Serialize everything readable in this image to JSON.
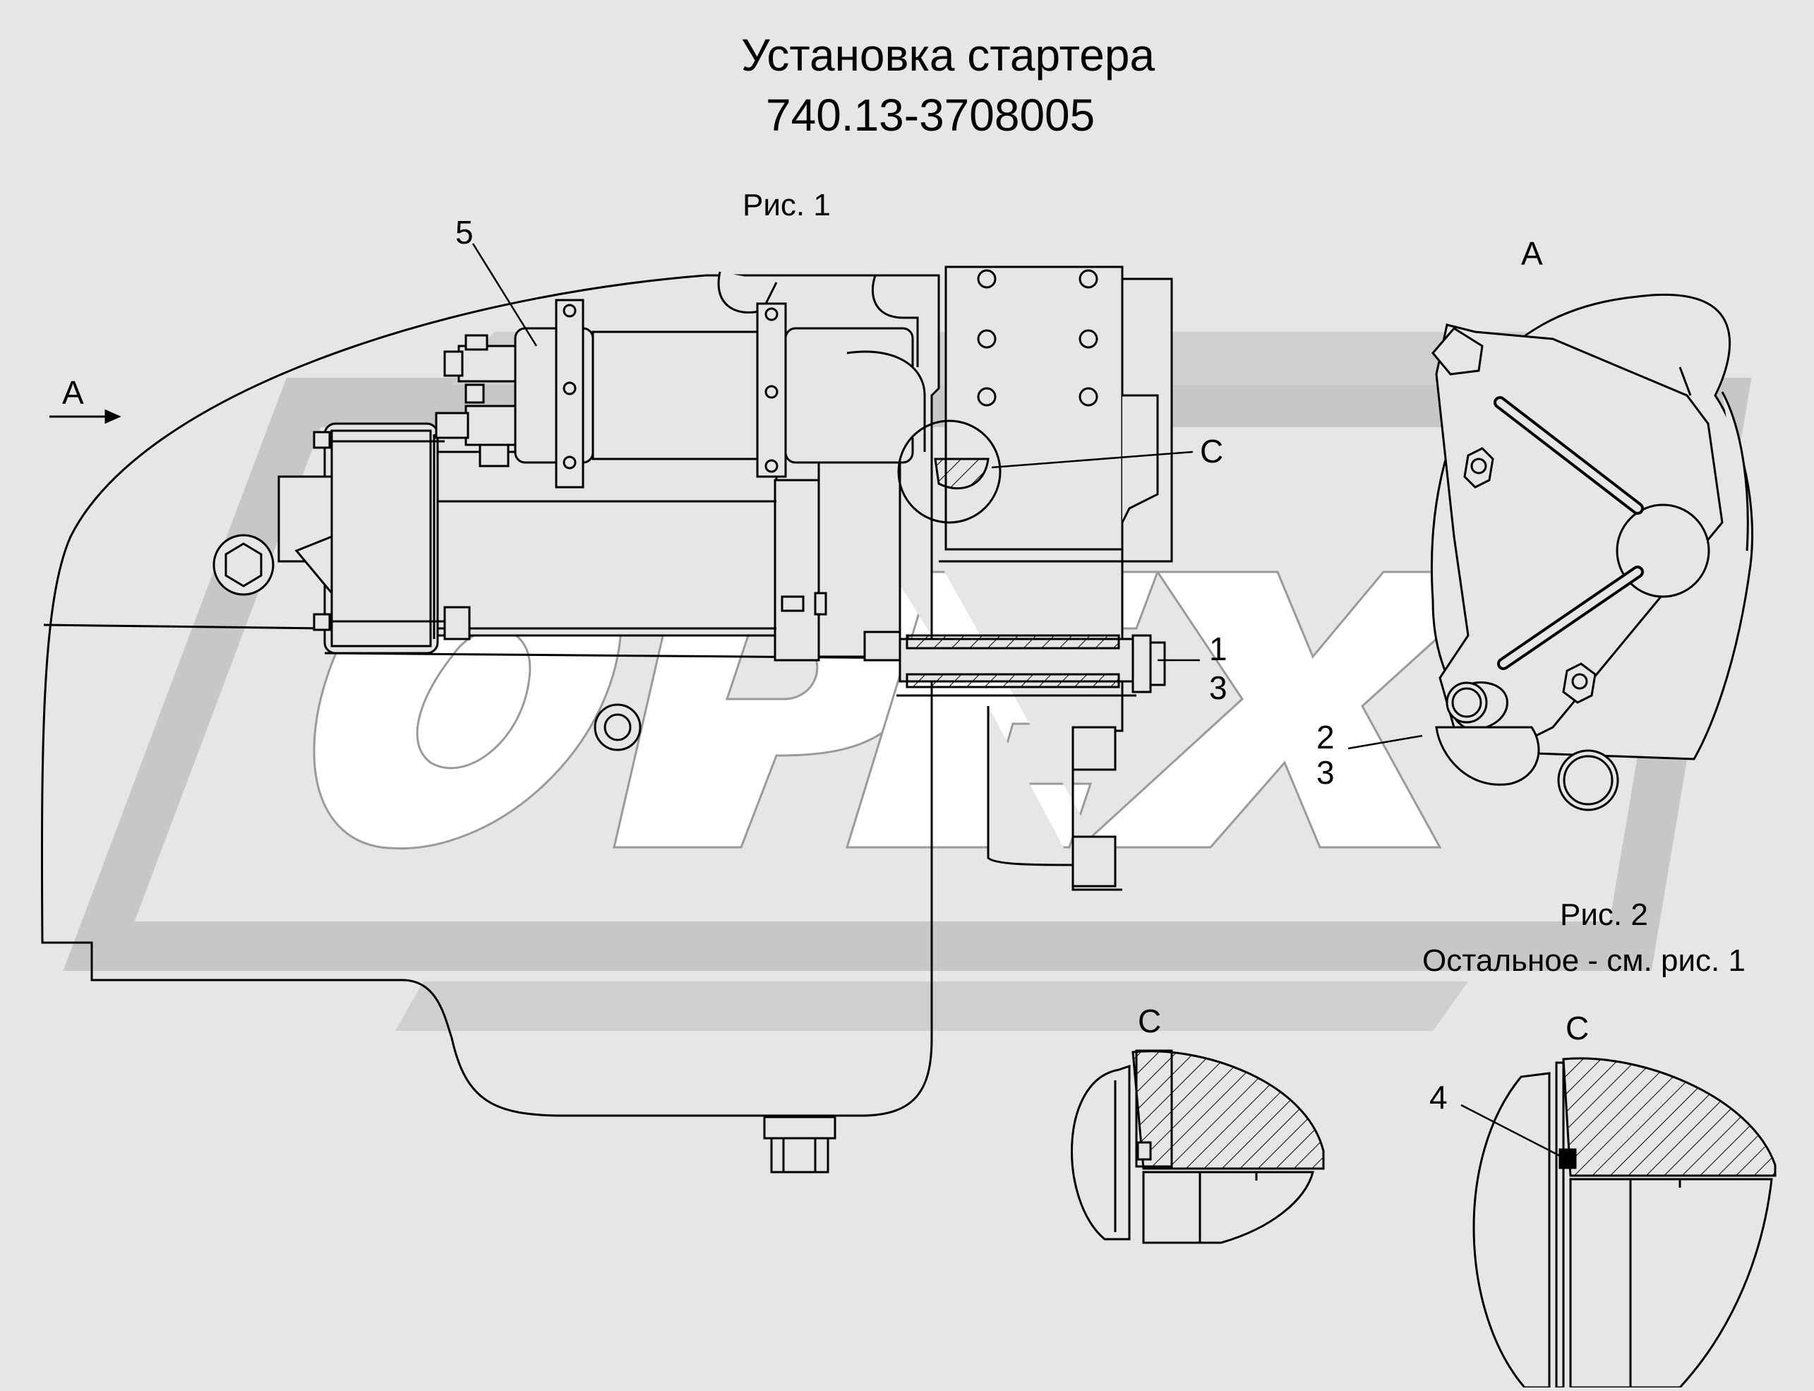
{
  "title": {
    "line1": "Установка стартера",
    "line2": "740.13-3708005"
  },
  "figures": {
    "fig1_caption": "Рис. 1",
    "fig2_caption": "Рис. 2",
    "fig2_note": "Остальное - см. рис. 1"
  },
  "view_labels": {
    "arrow_a": "А",
    "view_a": "А",
    "section_c_pointer": "С",
    "detail_c_fig1": "С",
    "detail_c_fig2": "С"
  },
  "callouts": {
    "fig1_part_5": "5",
    "fig1_part_1": "1",
    "fig1_part_3": "3",
    "viewa_part_2": "2",
    "viewa_part_3": "3",
    "detail_part_4": "4"
  },
  "watermark": {
    "text": "OPEX",
    "color": "#c4c4c4"
  },
  "colors": {
    "background": "#e6e6e6",
    "line": "#000000",
    "part_fill": "#e6e6e6"
  }
}
